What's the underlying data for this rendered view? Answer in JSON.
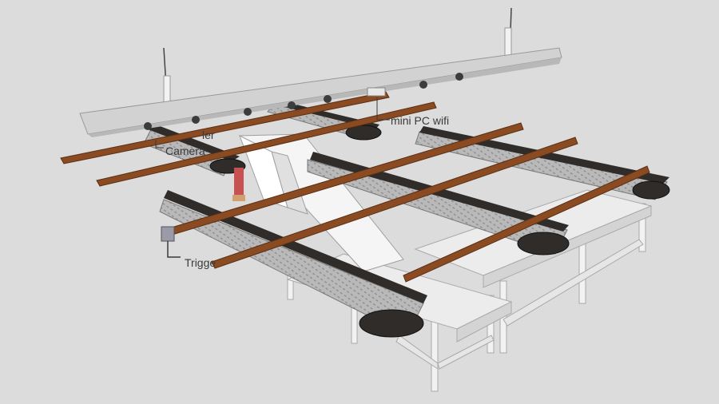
{
  "labels": {
    "mini_pc": "mini PC wifi",
    "trigger": "Trigge",
    "camera": "Camera",
    "ler": "ler"
  },
  "colors": {
    "background": "#dcdcdc",
    "belt": "#2f2c2a",
    "frame": "#b8b8b8",
    "table": "#ececec",
    "plank": "#8a4b22",
    "laser": "#c85050",
    "light_rail": "#d2d2d2"
  }
}
